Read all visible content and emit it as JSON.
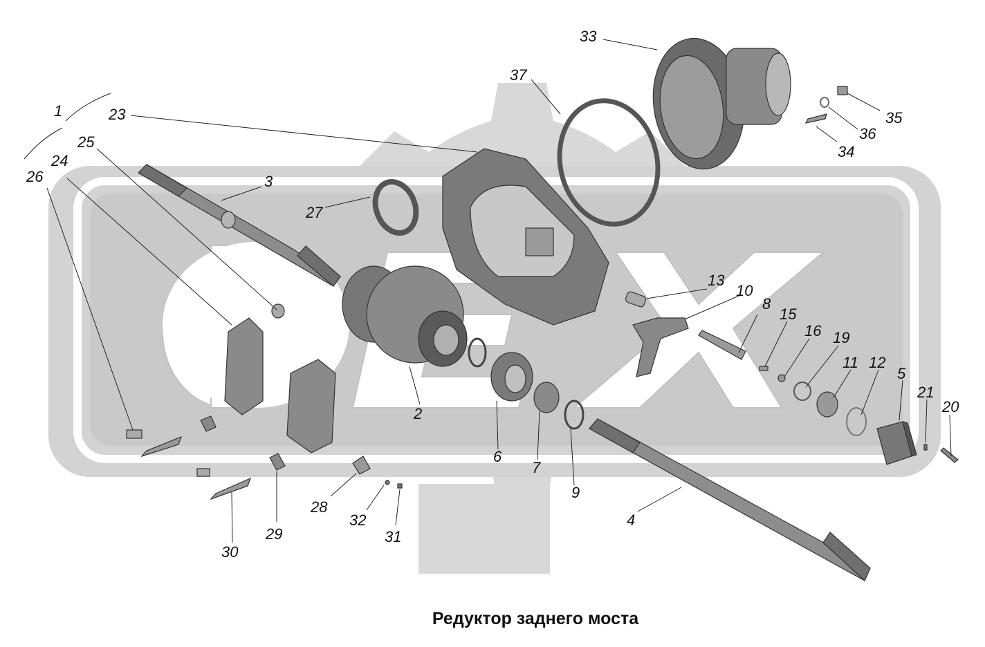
{
  "caption": "Редуктор заднего моста",
  "watermark": {
    "text": "ФЕХ"
  },
  "callouts": [
    {
      "num": "1"
    },
    {
      "num": "2"
    },
    {
      "num": "3"
    },
    {
      "num": "4"
    },
    {
      "num": "5"
    },
    {
      "num": "6"
    },
    {
      "num": "7"
    },
    {
      "num": "8"
    },
    {
      "num": "9"
    },
    {
      "num": "10"
    },
    {
      "num": "11"
    },
    {
      "num": "12"
    },
    {
      "num": "13"
    },
    {
      "num": "15"
    },
    {
      "num": "16"
    },
    {
      "num": "19"
    },
    {
      "num": "20"
    },
    {
      "num": "21"
    },
    {
      "num": "23"
    },
    {
      "num": "24"
    },
    {
      "num": "25"
    },
    {
      "num": "26"
    },
    {
      "num": "27"
    },
    {
      "num": "28"
    },
    {
      "num": "29"
    },
    {
      "num": "30"
    },
    {
      "num": "31"
    },
    {
      "num": "32"
    },
    {
      "num": "33"
    },
    {
      "num": "34"
    },
    {
      "num": "35"
    },
    {
      "num": "36"
    },
    {
      "num": "37"
    }
  ]
}
